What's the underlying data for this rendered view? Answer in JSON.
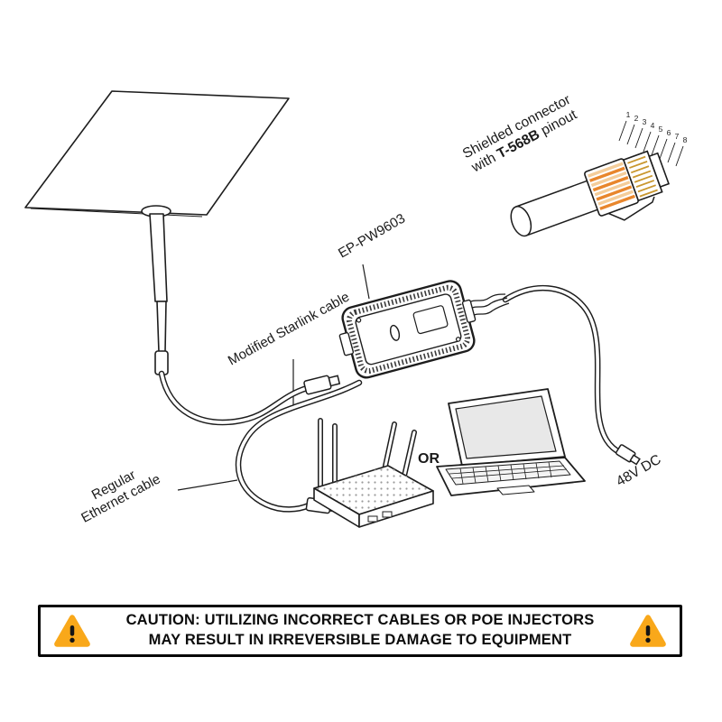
{
  "diagram": {
    "labels": {
      "shielded_connector": {
        "line1": "Shielded connector",
        "line2_pre": "with ",
        "line2_bold": "T-568B",
        "line2_post": " pinout"
      },
      "injector_model": "EP-PW9603",
      "modified_cable": "Modified Starlink cable",
      "regular_cable_line1": "Regular",
      "regular_cable_line2": "Ethernet cable",
      "or_text": "OR",
      "power": "48V DC"
    },
    "pinout": {
      "pins": [
        "1",
        "2",
        "3",
        "4",
        "5",
        "6",
        "7",
        "8"
      ]
    }
  },
  "caution": {
    "line1": "CAUTION: UTILIZING INCORRECT CABLES OR POE INJECTORS",
    "line2": "MAY RESULT IN IRREVERSIBLE DAMAGE TO EQUIPMENT"
  },
  "colors": {
    "line_art": "#1d1d1d",
    "warning_yellow": "#F9A81A",
    "wire_orange": "#E8862C",
    "wire_light": "#F4CD9A",
    "contact_gold": "#C9972F"
  }
}
